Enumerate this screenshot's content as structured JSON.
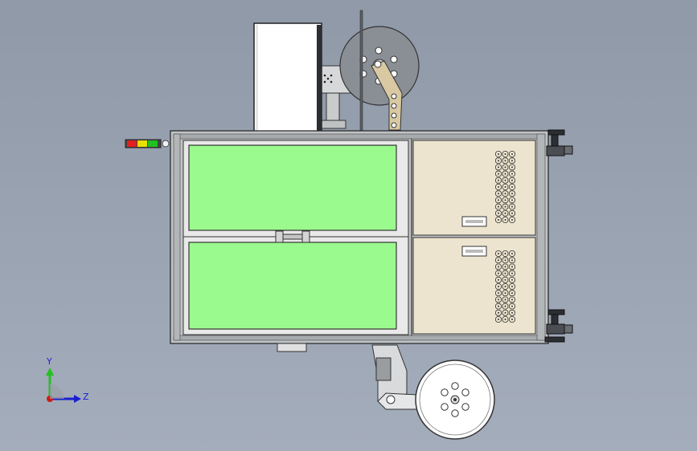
{
  "viewport": {
    "background_top": "#8f99a7",
    "background_bottom": "#a4adbb"
  },
  "machine": {
    "frame_color": "#b9bcbe",
    "window_glass_color": "#9bfa8e",
    "cabinet_panel_color": "#ede4cf",
    "vent_pattern": "octagon-grid",
    "reel_top": {
      "holes": 6
    },
    "reel_bottom": {
      "holes": 6
    },
    "signal_tower": {
      "lights": [
        "#e12020",
        "#e8e000",
        "#20c020"
      ]
    },
    "doors": 2,
    "cabinet_drawers": 2
  },
  "triad": {
    "y_label": "Y",
    "z_label": "Z",
    "y_color": "#22c022",
    "z_color": "#1a1fd0",
    "x_color": "#d01818"
  }
}
